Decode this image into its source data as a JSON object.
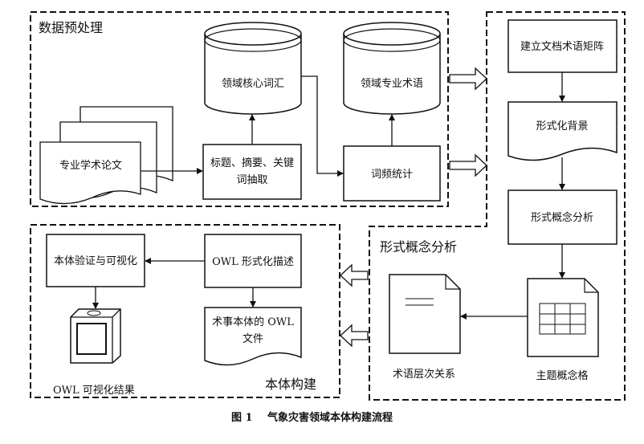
{
  "sections": {
    "preprocess": "数据预处理",
    "fca": "形式概念分析",
    "ontology": "本体构建"
  },
  "nodes": {
    "core_vocab": "领域核心词汇",
    "domain_terms": "领域专业术语",
    "papers": "专业学术论文",
    "extract_line1": "标题、摘要、关键",
    "extract_line2": "词抽取",
    "freq": "词频统计",
    "matrix": "建立文档术语矩阵",
    "context": "形式化背景",
    "fca_analysis": "形式概念分析",
    "lattice": "主题概念格",
    "hierarchy": "术语层次关系",
    "owl_desc": "OWL 形式化描述",
    "owl_file_line1": "术事本体的 OWL",
    "owl_file_line2": "文件",
    "validate": "本体验证与可视化",
    "vis_result": "OWL 可视化结果"
  },
  "caption": {
    "figure": "图 1",
    "title": "气象灾害领域本体构建流程"
  }
}
